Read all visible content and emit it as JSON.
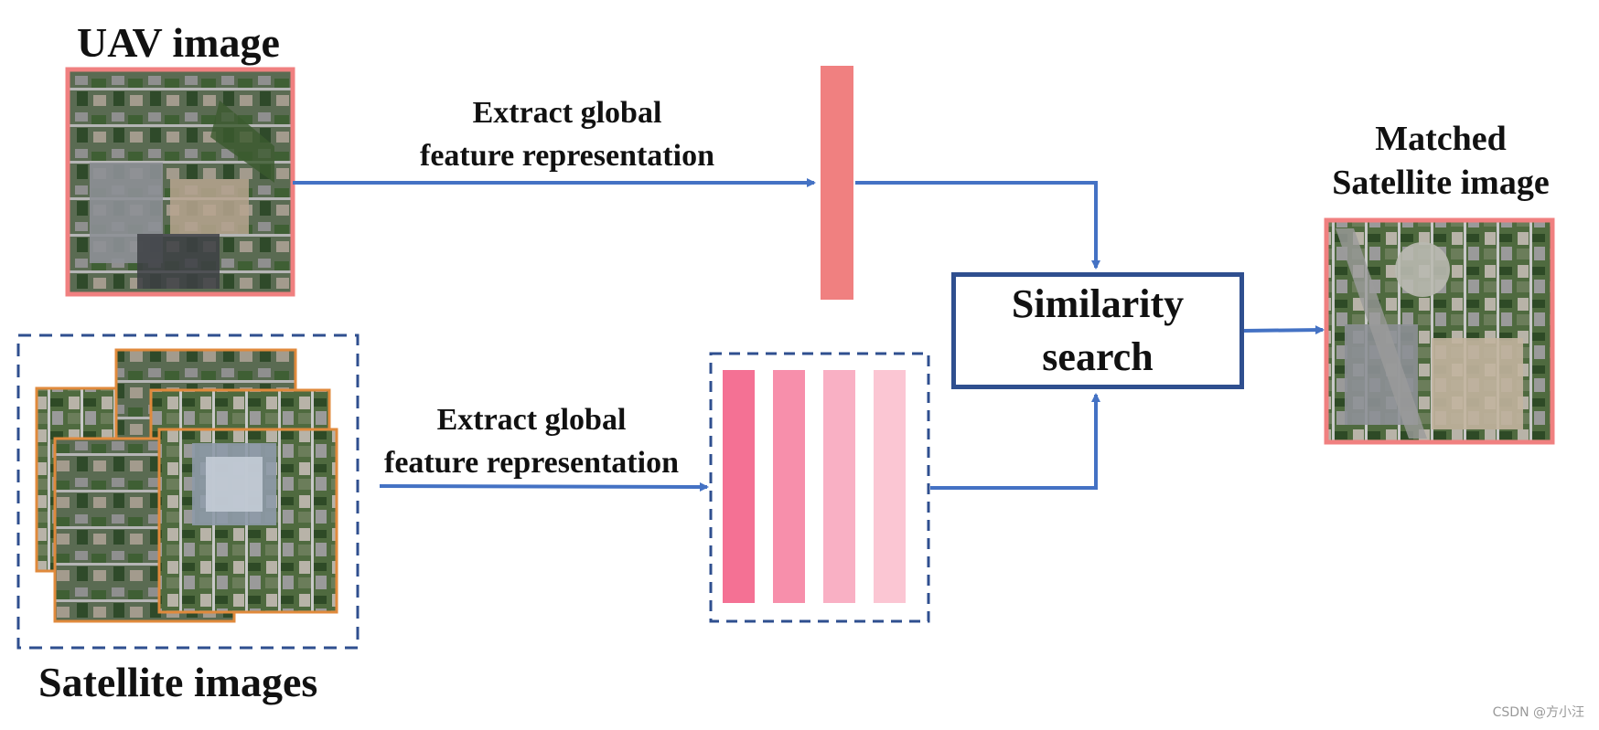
{
  "diagram": {
    "uav_title": "UAV image",
    "satellite_title": "Satellite images",
    "matched_title_line1": "Matched",
    "matched_title_line2": "Satellite image",
    "uav_extract_line1": "Extract global",
    "uav_extract_line2": "feature representation",
    "sat_extract_line1": "Extract global",
    "sat_extract_line2": "feature representation",
    "similarity_line1": "Similarity",
    "similarity_line2": "search",
    "watermark": "CSDN @方小汪"
  },
  "colors": {
    "arrow": "#4472c4",
    "dashed_border": "#2f4f8f",
    "uav_feature": "#f08080",
    "gallery_features": [
      "#f47194",
      "#f78fab",
      "#f9b0c4",
      "#fbc6d3"
    ],
    "image_border_pink": "#f08080",
    "image_border_orange": "#e08a3c"
  }
}
